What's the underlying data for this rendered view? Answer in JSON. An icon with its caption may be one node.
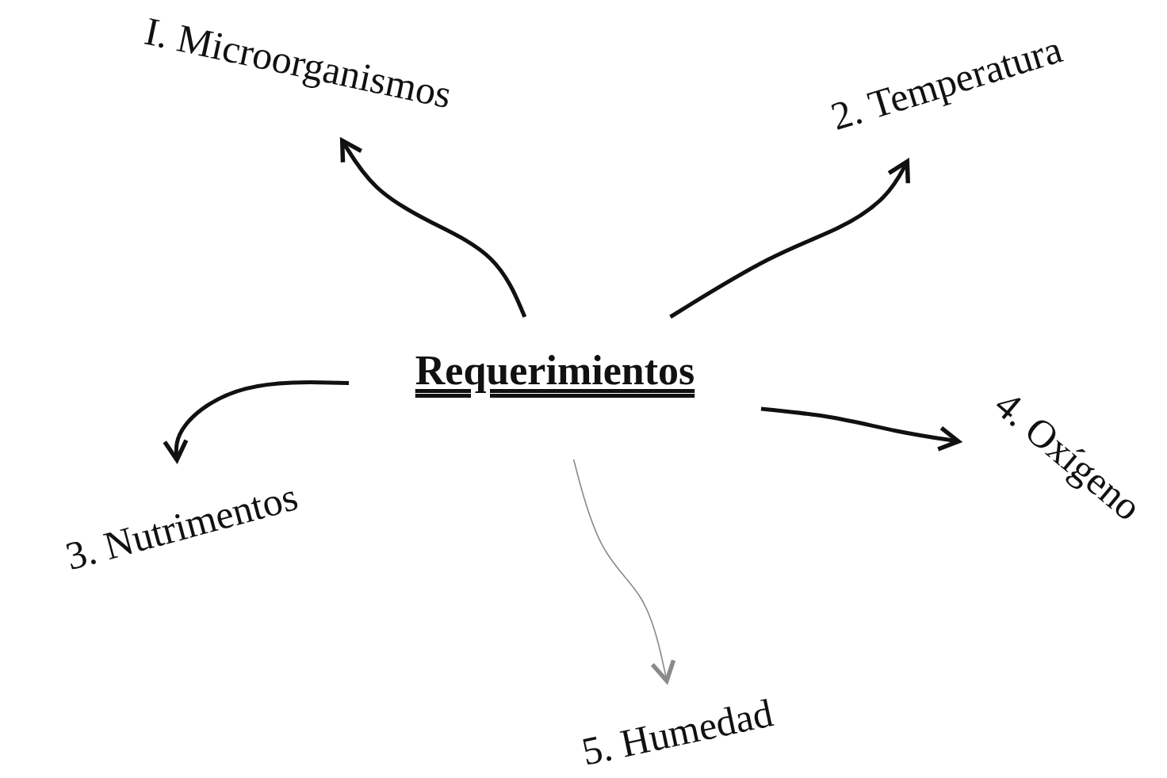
{
  "diagram": {
    "nodes": [
      {
        "text": [
          "Requerimientos"
        ]
      },
      {
        "text": [
          "I. Microorganismos"
        ]
      },
      {
        "text": [
          "2. Temperatura"
        ]
      },
      {
        "text": [
          "3. Nutrimentos"
        ]
      },
      {
        "text": [
          "4. Oxígeno"
        ]
      },
      {
        "text": [
          "5. Humedad"
        ]
      }
    ],
    "edges": [
      {
        "from": 0,
        "to": 1,
        "arrow": "to"
      },
      {
        "from": 0,
        "to": 2,
        "arrow": "to"
      },
      {
        "from": 0,
        "to": 3,
        "arrow": "to"
      },
      {
        "from": 0,
        "to": 4,
        "arrow": "to"
      },
      {
        "from": 0,
        "to": 5,
        "arrow": "to",
        "color": "#8a8a8a"
      }
    ]
  }
}
